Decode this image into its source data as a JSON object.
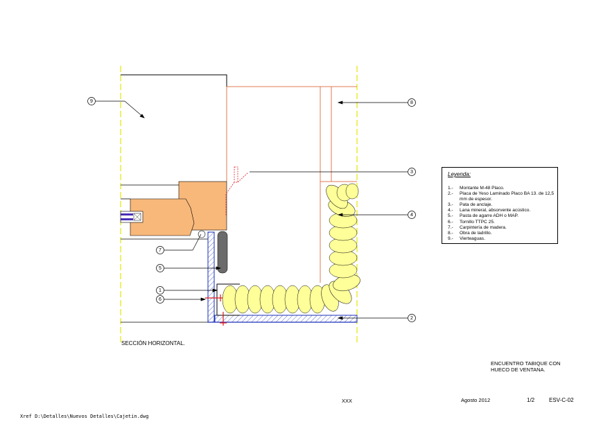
{
  "callouts": [
    {
      "num": "⑨",
      "id": "9"
    },
    {
      "num": "⑧",
      "id": "8"
    },
    {
      "num": "③",
      "id": "3"
    },
    {
      "num": "④",
      "id": "4"
    },
    {
      "num": "⑦",
      "id": "7"
    },
    {
      "num": "⑤",
      "id": "5"
    },
    {
      "num": "①",
      "id": "1"
    },
    {
      "num": "⑥",
      "id": "6"
    },
    {
      "num": "②",
      "id": "2"
    }
  ],
  "legend": {
    "title": "Leyenda:",
    "items": [
      {
        "num": "1.-",
        "text": "Montante M-48 Placo."
      },
      {
        "num": "2.-",
        "text": "Placa de Yeso Laminado Placo BA 13. de 12,5 mm de espesor."
      },
      {
        "num": "3.-",
        "text": "Pata de anclaje."
      },
      {
        "num": "4.-",
        "text": "Lana mineral, absorvente acústico."
      },
      {
        "num": "5.-",
        "text": "Pasta de agarre ADH o MAP."
      },
      {
        "num": "6.-",
        "text": "Tornillo TTPC 25."
      },
      {
        "num": "7.-",
        "text": "Carpintería de madera."
      },
      {
        "num": "8.-",
        "text": "Obra de ladrillo."
      },
      {
        "num": "9.-",
        "text": "Vierteaguas."
      }
    ]
  },
  "section_label": "SECCIÓN HORIZONTAL.",
  "title_block": {
    "title_line1": "ENCUENTRO TABIQUE CON",
    "title_line2": "HUECO DE VENTANA.",
    "xxx": "XXX",
    "date": "Agosto 2012",
    "sheet": "1/2",
    "code": "ESV-C-02"
  },
  "xref": "Xref D:\\Detalles\\Nuevos Detalles\\Cajetin.dwg",
  "colors": {
    "brick": "#e07a50",
    "wood": "#f8b87a",
    "insulation": "#ffff99",
    "board": "#1a2fb8",
    "screw": "#e01818",
    "axis": "#e6e600",
    "paste": "#6b6b6b"
  }
}
